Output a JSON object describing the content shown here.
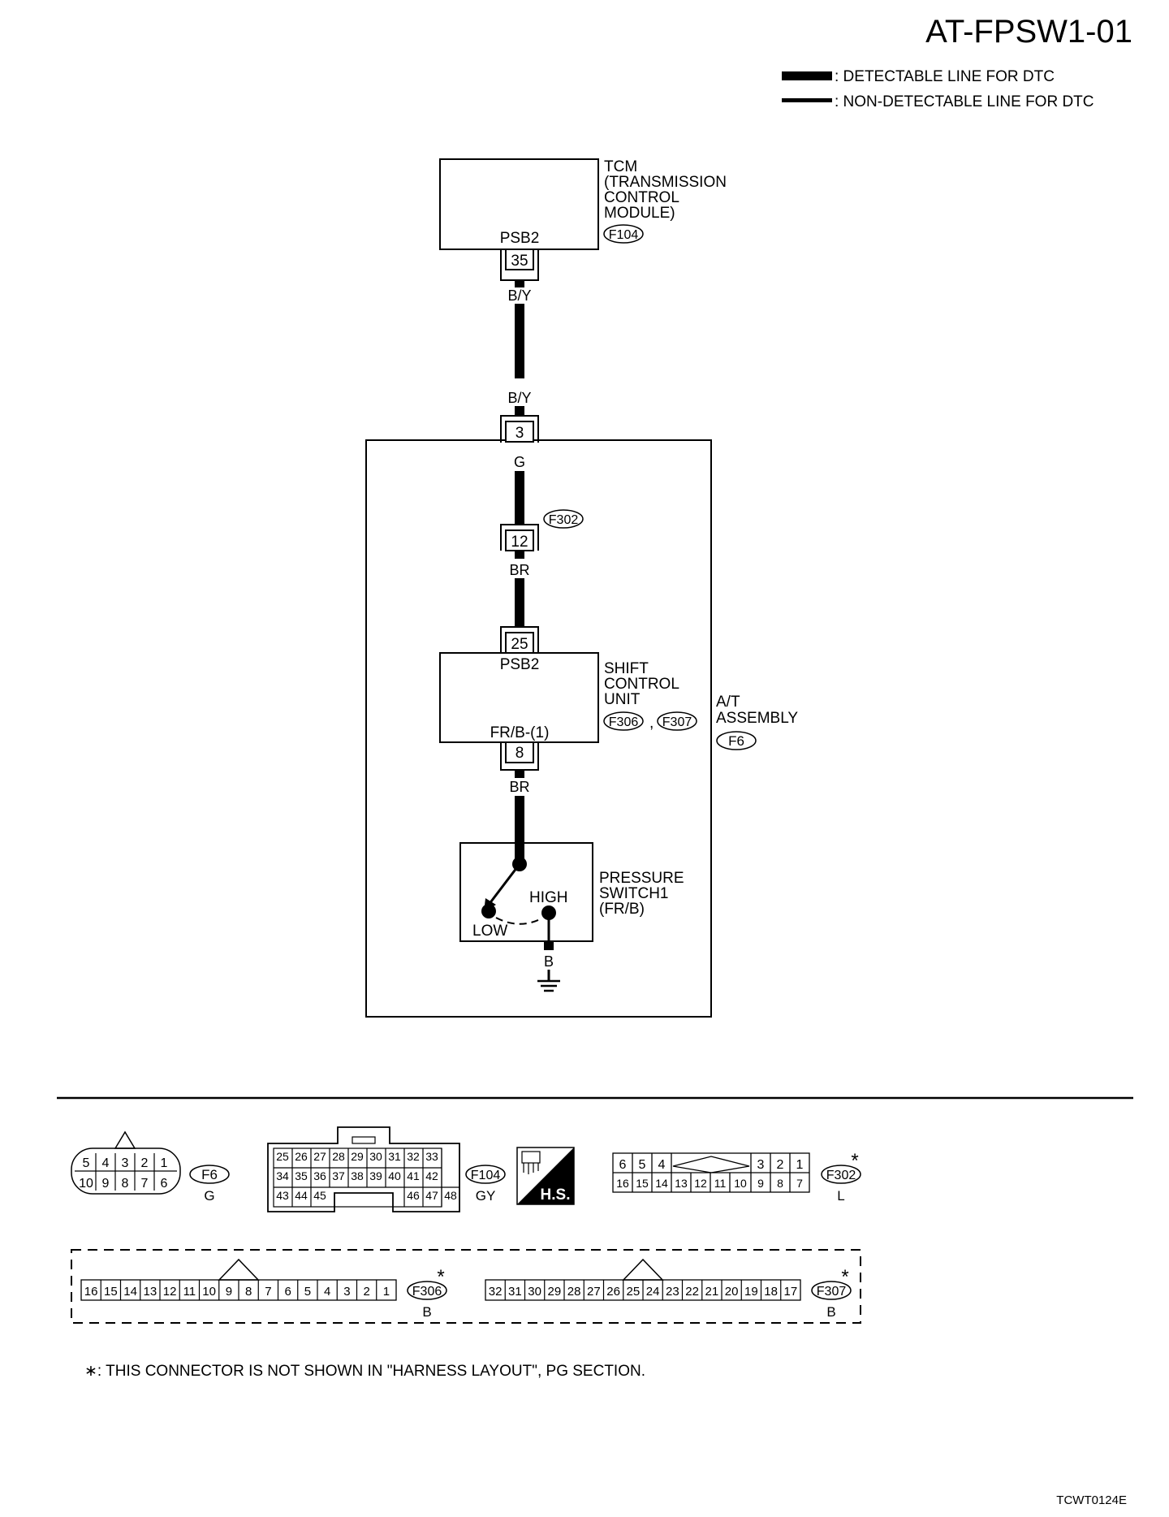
{
  "diagram_id": "AT-FPSW1-01",
  "legend": {
    "detectable": ": DETECTABLE LINE FOR DTC",
    "non_detectable": ": NON-DETECTABLE LINE FOR DTC"
  },
  "tcm": {
    "label": [
      "TCM",
      "(TRANSMISSION",
      " CONTROL",
      " MODULE)"
    ],
    "connector": "F104",
    "terminal_name": "PSB2",
    "terminal": "35"
  },
  "wires": {
    "by_top": "B/Y",
    "by_bottom": "B/Y",
    "g": "G",
    "br_upper": "BR",
    "br_lower": "BR",
    "b": "B"
  },
  "at_assembly": {
    "label": [
      "A/T",
      "ASSEMBLY"
    ],
    "connector": "F6",
    "terminal": "3"
  },
  "junction": {
    "connector": "F302",
    "terminal": "12"
  },
  "shift_control": {
    "label": [
      "SHIFT",
      "CONTROL",
      "UNIT"
    ],
    "connectors": [
      "F306",
      "F307"
    ],
    "separator": ",",
    "terminal_top_name": "PSB2",
    "terminal_top": "25",
    "terminal_bottom_name": "FR/B-(1)",
    "terminal_bottom": "8"
  },
  "pressure_switch": {
    "label": [
      "PRESSURE",
      "SWITCH1",
      "(FR/B)"
    ],
    "high": "HIGH",
    "low": "LOW"
  },
  "connector_views": {
    "f6": {
      "id": "F6",
      "color": "G",
      "row1": [
        "5",
        "4",
        "3",
        "2",
        "1"
      ],
      "row2": [
        "10",
        "9",
        "8",
        "7",
        "6"
      ]
    },
    "f104": {
      "id": "F104",
      "color": "GY",
      "row1": [
        "25",
        "26",
        "27",
        "28",
        "29",
        "30",
        "31",
        "32",
        "33"
      ],
      "row2": [
        "34",
        "35",
        "36",
        "37",
        "38",
        "39",
        "40",
        "41",
        "42"
      ],
      "row3_left": [
        "43",
        "44",
        "45"
      ],
      "row3_right": [
        "46",
        "47",
        "48"
      ]
    },
    "hs_badge": "H.S.",
    "f302": {
      "id": "F302",
      "color": "L",
      "star": "*",
      "row1_left": [
        "6",
        "5",
        "4"
      ],
      "row1_right": [
        "3",
        "2",
        "1"
      ],
      "row2": [
        "16",
        "15",
        "14",
        "13",
        "12",
        "11",
        "10",
        "9",
        "8",
        "7"
      ]
    },
    "f306": {
      "id": "F306",
      "color": "B",
      "star": "*",
      "pins": [
        "16",
        "15",
        "14",
        "13",
        "12",
        "11",
        "10",
        "9",
        "8",
        "7",
        "6",
        "5",
        "4",
        "3",
        "2",
        "1"
      ]
    },
    "f307": {
      "id": "F307",
      "color": "B",
      "star": "*",
      "pins": [
        "32",
        "31",
        "30",
        "29",
        "28",
        "27",
        "26",
        "25",
        "24",
        "23",
        "22",
        "21",
        "20",
        "19",
        "18",
        "17"
      ]
    }
  },
  "footnote": "∗: THIS CONNECTOR IS NOT SHOWN IN \"HARNESS LAYOUT\", PG SECTION.",
  "figure_code": "TCWT0124E"
}
